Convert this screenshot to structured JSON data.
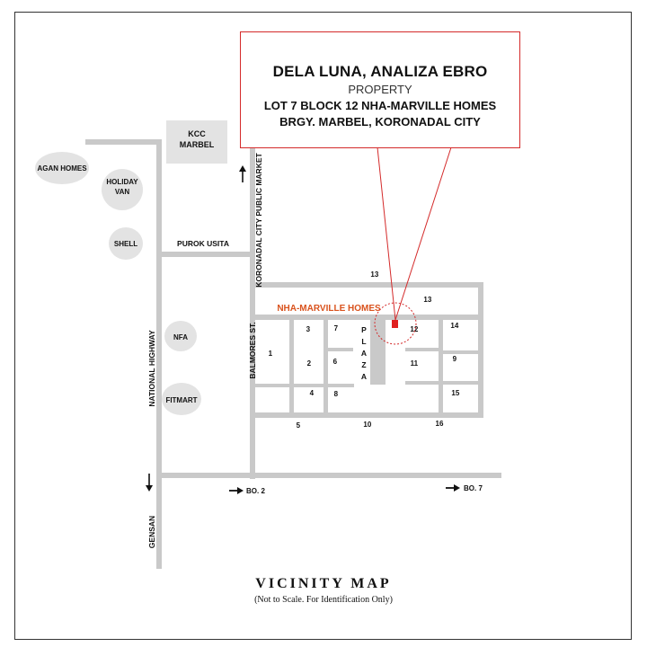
{
  "callout": {
    "owner": "DELA LUNA, ANALIZA EBRO",
    "subtitle": "PROPERTY",
    "address_line1": "LOT 7 BLOCK 12 NHA-MARVILLE HOMES",
    "address_line2": "BRGY. MARBEL, KORONADAL CITY"
  },
  "landmarks": {
    "kcc": "KCC MARBEL",
    "agan": "AGAN HOMES",
    "holiday": "HOLIDAY VAN",
    "shell": "SHELL",
    "nfa": "NFA",
    "fitmart": "FITMART"
  },
  "roads": {
    "purok": "PUROK USITA",
    "national": "NATIONAL HIGHWAY",
    "market": "KORONADAL CITY PUBLIC MARKET",
    "balmores": "BALMORES ST.",
    "gensan": "GENSAN",
    "bo2": "BO. 2",
    "bo7": "BO. 7"
  },
  "subdivision": {
    "name": "NHA-MARVILLE HOMES",
    "plaza": "PLAZA"
  },
  "blocks": {
    "b1": "1",
    "b2": "2",
    "b3": "3",
    "b4": "4",
    "b5": "5",
    "b6": "6",
    "b7": "7",
    "b8": "8",
    "b9": "9",
    "b10": "10",
    "b11": "11",
    "b12": "12",
    "b13a": "13",
    "b13b": "13",
    "b14": "14",
    "b15": "15",
    "b16": "16"
  },
  "footer": {
    "title": "VICINITY MAP",
    "note": "(Not to Scale. For Identification Only)"
  },
  "colors": {
    "road": "#c9c9c9",
    "accent": "#d42a2a",
    "subdivision_label": "#d9531e"
  }
}
